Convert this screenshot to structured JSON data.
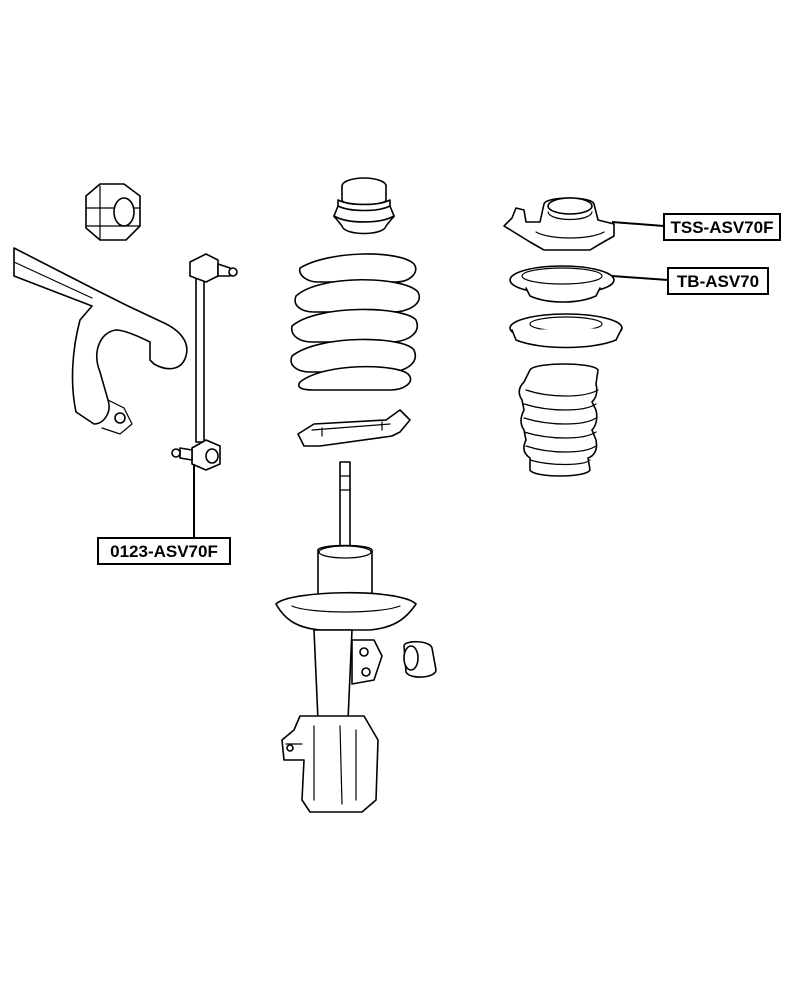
{
  "callouts": {
    "top_support": "TSS-ASV70F",
    "bearing": "TB-ASV70",
    "stabilizer_link": "0123-ASV70F"
  },
  "colors": {
    "line": "#000000",
    "background": "#ffffff"
  }
}
